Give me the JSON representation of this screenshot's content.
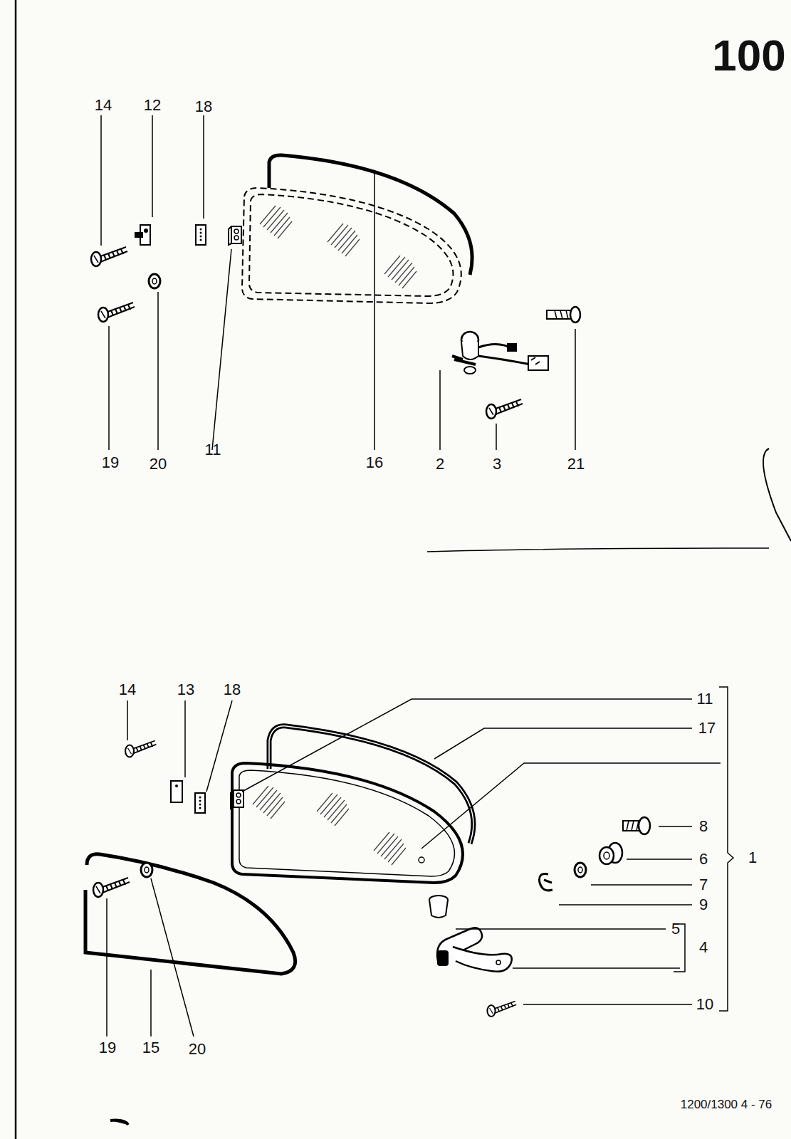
{
  "diagram": {
    "labels": [
      "100",
      "14",
      "12",
      "18",
      "19",
      "20",
      "11",
      "16",
      "2",
      "3",
      "21",
      "14",
      "13",
      "18",
      "11",
      "17",
      "8",
      "6",
      "1",
      "7",
      "9",
      "5",
      "4",
      "10",
      "19",
      "15",
      "20",
      "1200/1300 4 - 76"
    ]
  }
}
